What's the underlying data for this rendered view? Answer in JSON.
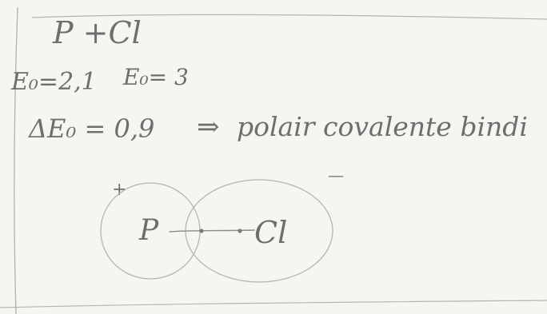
{
  "note": {
    "title": "P +Cl",
    "electronegativity": {
      "left": "E₀=2,1",
      "right": "E₀= 3"
    },
    "difference": {
      "expression": "ΔE₀ = 0,9",
      "arrow": "⇒",
      "conclusion": "polair covalente bindi"
    },
    "diagram": {
      "plus_sign": "+",
      "minus_sign": "—",
      "atom_left": "P",
      "atom_right": "Cl"
    }
  },
  "colors": {
    "paper": "#f5f5f1",
    "pencil": "#8a8a8a",
    "frame": "#b4b4b0"
  }
}
